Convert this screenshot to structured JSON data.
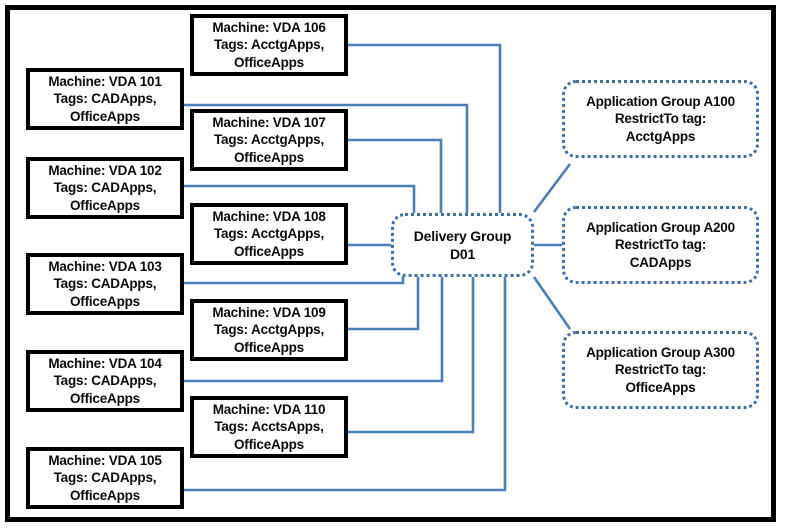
{
  "diagram": {
    "title": "Citrix Delivery Group and Application Group tag restriction diagram",
    "line_color": "#4a7ebb",
    "box_border_color": "#000000",
    "dotted_border_color": "#3f6fab",
    "background": "#ffffff"
  },
  "machines_left": [
    {
      "name": "Machine: VDA 101",
      "tags_line1": "Tags: CADApps,",
      "tags_line2": "OfficeApps"
    },
    {
      "name": "Machine: VDA 102",
      "tags_line1": "Tags: CADApps,",
      "tags_line2": "OfficeApps"
    },
    {
      "name": "Machine: VDA 103",
      "tags_line1": "Tags: CADApps,",
      "tags_line2": "OfficeApps"
    },
    {
      "name": "Machine: VDA 104",
      "tags_line1": "Tags: CADApps,",
      "tags_line2": "OfficeApps"
    },
    {
      "name": "Machine: VDA 105",
      "tags_line1": "Tags: CADApps,",
      "tags_line2": "OfficeApps"
    }
  ],
  "machines_middle": [
    {
      "name": "Machine: VDA 106",
      "tags_line1": "Tags: AcctgApps,",
      "tags_line2": "OfficeApps"
    },
    {
      "name": "Machine: VDA 107",
      "tags_line1": "Tags: AcctgApps,",
      "tags_line2": "OfficeApps"
    },
    {
      "name": "Machine: VDA 108",
      "tags_line1": "Tags: AcctgApps,",
      "tags_line2": "OfficeApps"
    },
    {
      "name": "Machine: VDA 109",
      "tags_line1": "Tags: AcctgApps,",
      "tags_line2": "OfficeApps"
    },
    {
      "name": "Machine: VDA 110",
      "tags_line1": "Tags: AcctsApps,",
      "tags_line2": "OfficeApps"
    }
  ],
  "delivery_group": {
    "line1": "Delivery Group",
    "line2": "D01"
  },
  "application_groups": [
    {
      "name": "Application Group A100",
      "restrict_label": "RestrictTo tag:",
      "tag": "AcctgApps"
    },
    {
      "name": "Application Group A200",
      "restrict_label": "RestrictTo tag:",
      "tag": "CADApps"
    },
    {
      "name": "Application Group A300",
      "restrict_label": "RestrictTo tag:",
      "tag": "OfficeApps"
    }
  ]
}
